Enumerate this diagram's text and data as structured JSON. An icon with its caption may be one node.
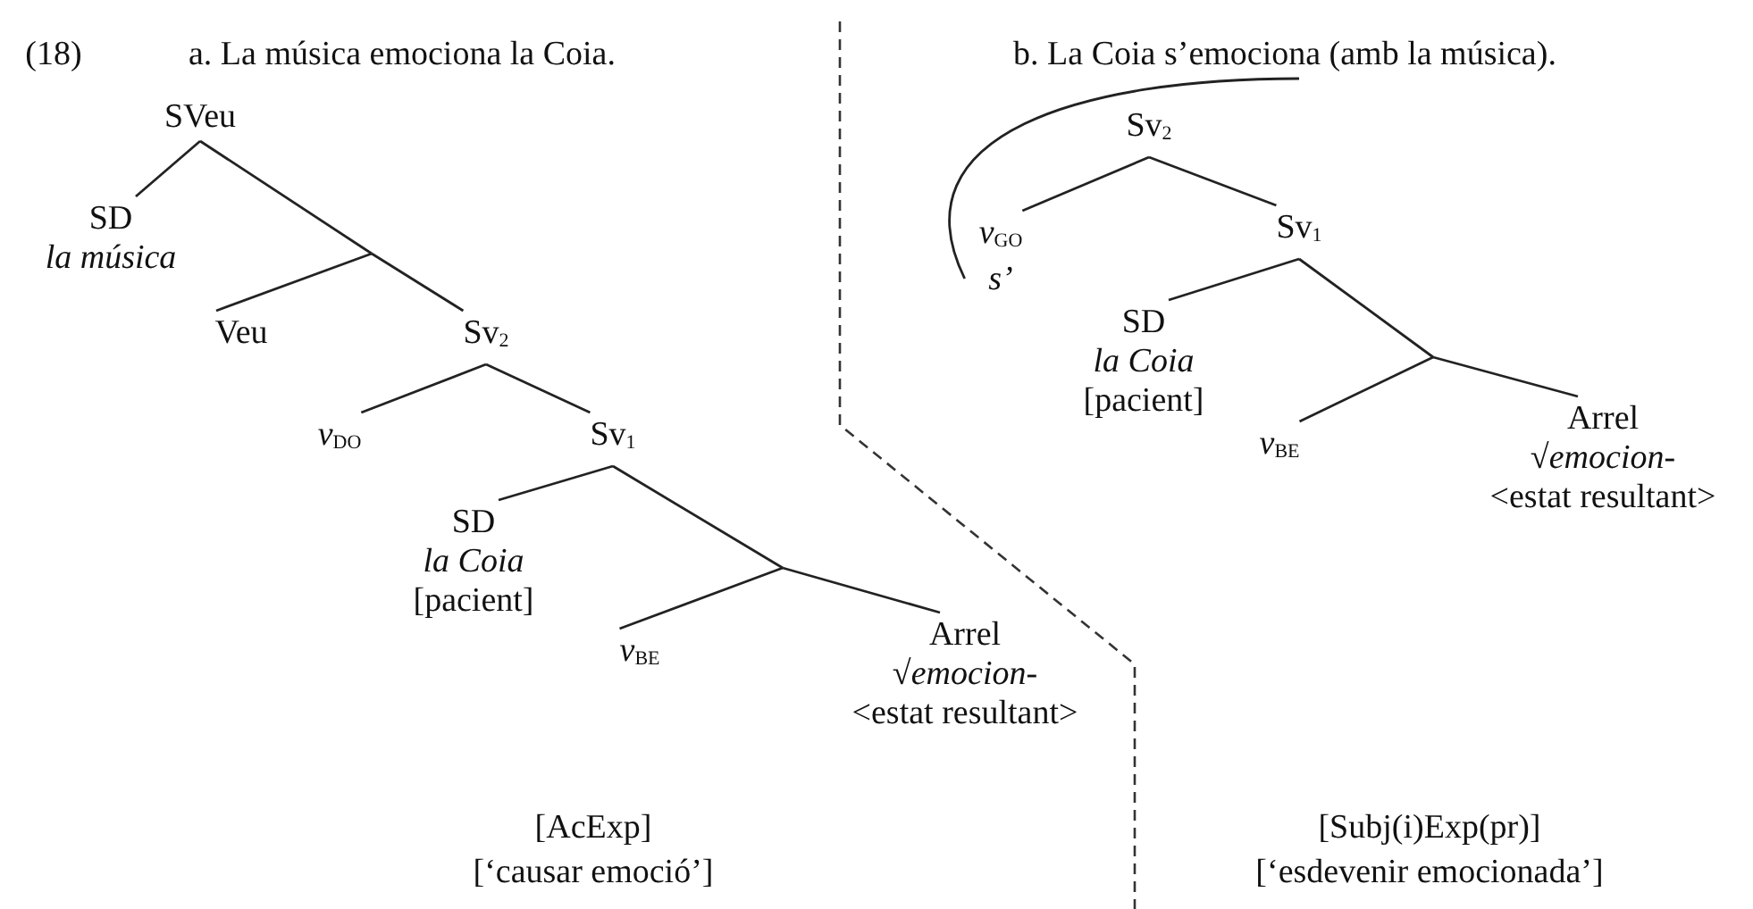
{
  "diagram": {
    "nodes": [
      {
        "text": [
          "SVeu"
        ]
      },
      {
        "text": [
          "SD",
          "*la música*"
        ]
      },
      {
        "text": [
          "Veu"
        ]
      },
      {
        "text": [
          "Sv$_{2}$"
        ]
      },
      {
        "text": [
          "*v*$_{DO}$"
        ]
      },
      {
        "text": [
          "Sv$_{1}$"
        ]
      },
      {
        "text": [
          "SD",
          "*la Coia*",
          "[pacient]"
        ]
      },
      {
        "text": [
          "*v*$_{BE}$"
        ]
      },
      {
        "text": [
          "Arrel",
          "√*emocion-*",
          "<estat resultant>"
        ]
      },
      {
        "text": [
          "b. La Coia s’emociona (amb la música)."
        ]
      },
      {
        "text": [
          "Sv$_{2}$"
        ]
      },
      {
        "text": [
          "*v*$_{GO}$",
          "*s’*"
        ]
      },
      {
        "text": [
          "Sv$_{1}$"
        ]
      },
      {
        "text": [
          "SD",
          "*la Coia*",
          "[pacient]"
        ]
      },
      {
        "text": [
          "*v*$_{BE}$"
        ]
      },
      {
        "text": [
          "Arrel",
          "√*emocion-*",
          "<estat resultant>"
        ]
      }
    ],
    "edges": [
      {
        "from": 0,
        "to": 1,
        "arrow": "none"
      },
      {
        "from": 0,
        "to": 2,
        "arrow": "none"
      },
      {
        "from": 0,
        "to": 3,
        "arrow": "none"
      },
      {
        "from": 3,
        "to": 4,
        "arrow": "none"
      },
      {
        "from": 3,
        "to": 5,
        "arrow": "none"
      },
      {
        "from": 5,
        "to": 6,
        "arrow": "none"
      },
      {
        "from": 5,
        "to": 7,
        "arrow": "none"
      },
      {
        "from": 5,
        "to": 8,
        "arrow": "none"
      },
      {
        "from": 10,
        "to": 11,
        "arrow": "none"
      },
      {
        "from": 10,
        "to": 12,
        "arrow": "none"
      },
      {
        "from": 12,
        "to": 13,
        "arrow": "none"
      },
      {
        "from": 12,
        "to": 14,
        "arrow": "none"
      },
      {
        "from": 12,
        "to": 15,
        "arrow": "none"
      },
      {
        "from": 9,
        "to": 11,
        "arrow": "none"
      }
    ],
    "labels": [
      "(18)",
      "a. La música emociona la Coia.",
      "[AcExp]",
      "[‘causar emoció’]",
      "[Subj(i)Exp(pr)]",
      "[‘esdevenir emocionada’]"
    ]
  }
}
